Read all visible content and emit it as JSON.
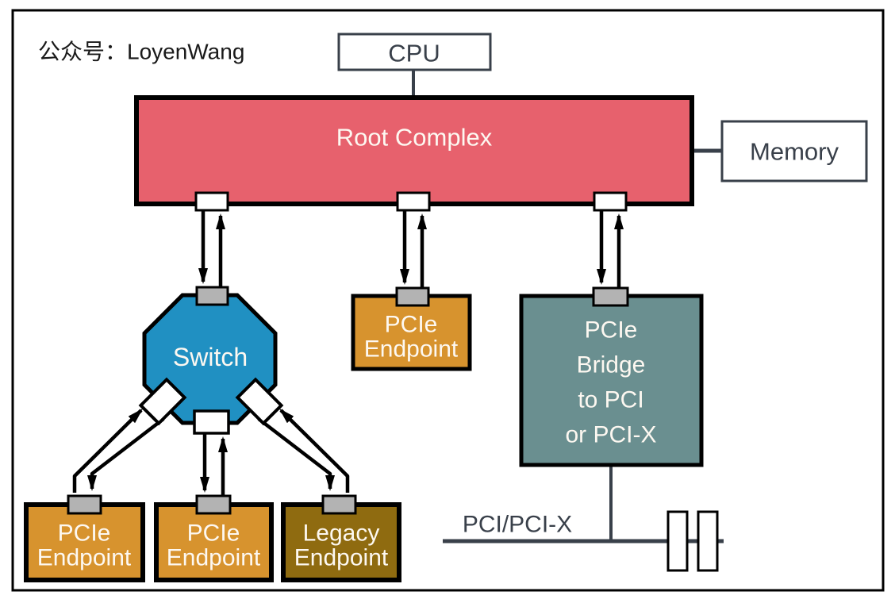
{
  "watermark": {
    "text": "公众号：LoyenWang"
  },
  "nodes": {
    "cpu": {
      "label": "CPU"
    },
    "root_complex": {
      "label": "Root Complex"
    },
    "memory": {
      "label": "Memory"
    },
    "switch": {
      "label": "Switch"
    },
    "endpoint_mid": {
      "line1": "PCIe",
      "line2": "Endpoint"
    },
    "endpoint_left": {
      "line1": "PCIe",
      "line2": "Endpoint"
    },
    "endpoint_center": {
      "line1": "PCIe",
      "line2": "Endpoint"
    },
    "endpoint_legacy": {
      "line1": "Legacy",
      "line2": "Endpoint"
    },
    "bridge": {
      "line1": "PCIe",
      "line2": "Bridge",
      "line3": "to PCI",
      "line4": "or PCI-X"
    },
    "bus": {
      "label": "PCI/PCI-X"
    }
  },
  "colors": {
    "root_complex": "#E7616D",
    "switch": "#2090C2",
    "endpoint": "#D7932E",
    "legacy_endpoint": "#8F6B10",
    "bridge": "#6A8F90",
    "port": "#B3B3B3",
    "port_white": "#FFFFFF",
    "connector_line": "#39404A",
    "arrow": "#000000",
    "border": "#000000",
    "background": "#FFFFFF",
    "text_dark": "#39404A",
    "text_light": "#FDF8F1",
    "watermark_text": "#1A1A1A"
  }
}
